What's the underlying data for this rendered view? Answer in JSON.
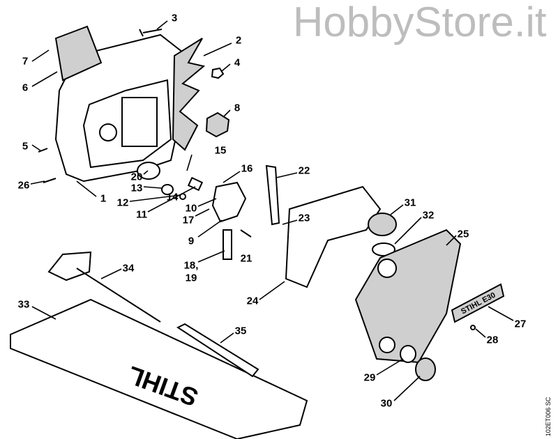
{
  "diagram": {
    "watermark": "HobbyStore.it",
    "drawing_code": "102ET006 SC",
    "bag_logo": "STIHL",
    "badge_text": "STIHL E30",
    "part_labels": [
      "3",
      "2",
      "7",
      "4",
      "6",
      "8",
      "5",
      "15",
      "26",
      "20",
      "16",
      "22",
      "13",
      "14",
      "12",
      "1",
      "10",
      "11",
      "31",
      "17",
      "23",
      "32",
      "9",
      "25",
      "21",
      "18,",
      "19",
      "34",
      "24",
      "33",
      "35",
      "27",
      "28",
      "29",
      "30"
    ]
  }
}
